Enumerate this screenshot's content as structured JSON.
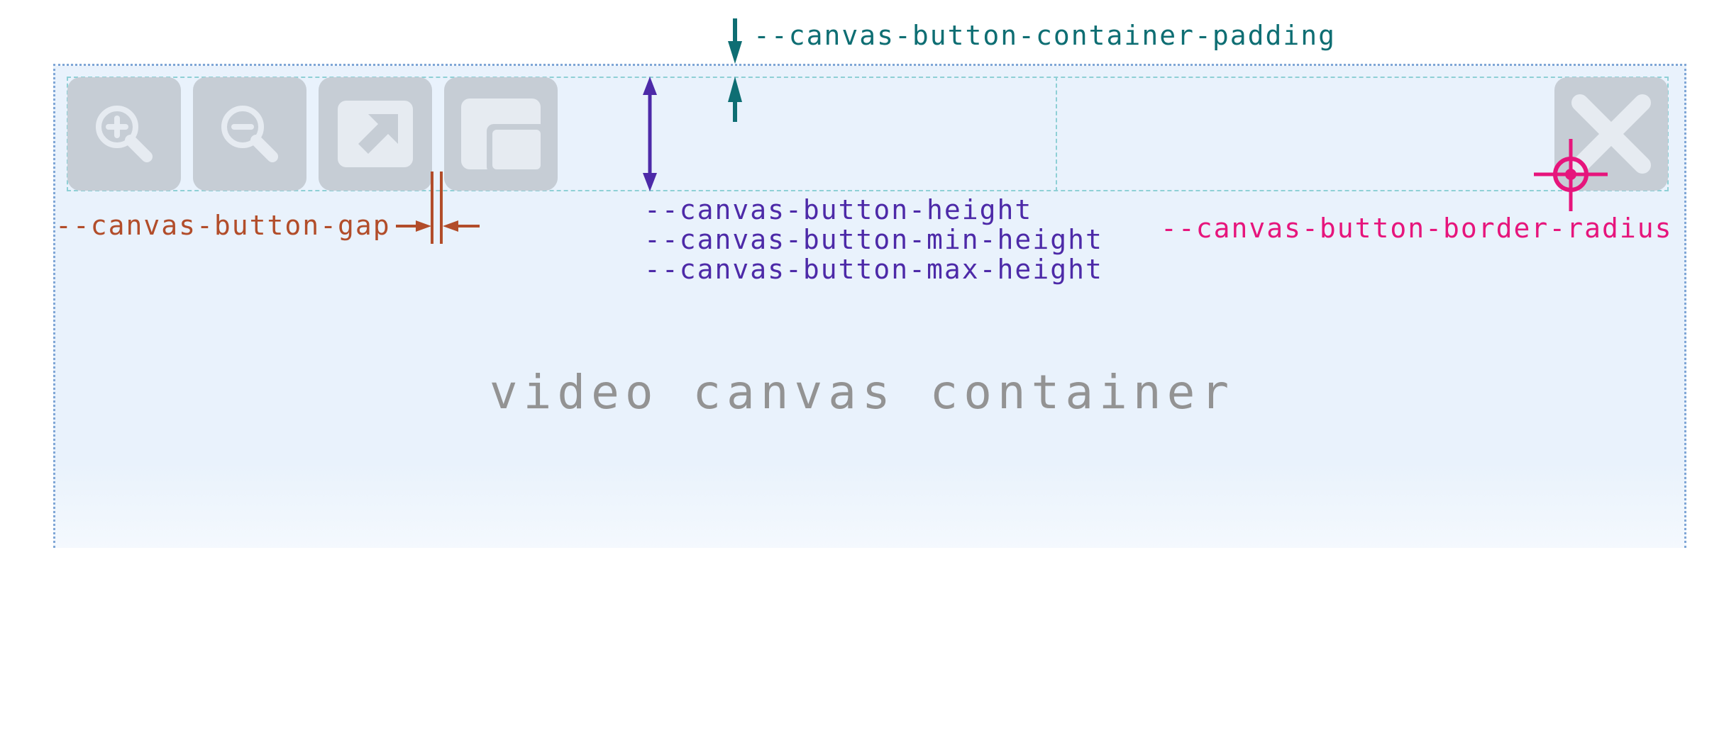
{
  "labels": {
    "container_padding": "--canvas-button-container-padding",
    "gap": "--canvas-button-gap",
    "height": "--canvas-button-height",
    "min_height": "--canvas-button-min-height",
    "max_height": "--canvas-button-max-height",
    "border_radius": "--canvas-button-border-radius"
  },
  "container_caption": "video canvas container",
  "buttons": [
    {
      "name": "zoom-in",
      "icon": "zoom-in-icon"
    },
    {
      "name": "zoom-out",
      "icon": "zoom-out-icon"
    },
    {
      "name": "popout",
      "icon": "external-link-icon"
    },
    {
      "name": "picture-in-picture",
      "icon": "pip-icon"
    },
    {
      "name": "close",
      "icon": "close-icon"
    }
  ],
  "colors": {
    "padding": "#0e6e73",
    "gap": "#b24d2a",
    "height": "#4d2aa8",
    "radius": "#e6157c",
    "button": "#c6cdd5",
    "icon": "#e6ebf1",
    "caption": "#939393"
  }
}
